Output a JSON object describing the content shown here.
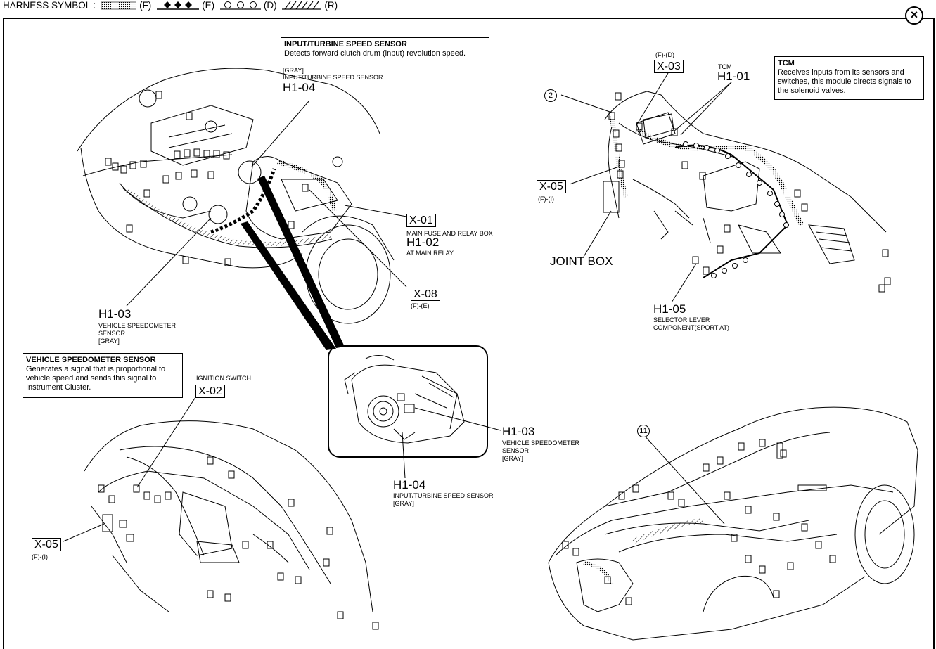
{
  "header": {
    "title": "HARNESS SYMBOL :",
    "symbols": [
      {
        "label": "(F)",
        "style": "dotted"
      },
      {
        "label": "(E)",
        "style": "diamond"
      },
      {
        "label": "(D)",
        "style": "circle"
      },
      {
        "label": "(R)",
        "style": "hatched"
      }
    ]
  },
  "close_icon": "close-icon",
  "boxes": {
    "turbine": {
      "title": "INPUT/TURBINE SPEED SENSOR",
      "text": "Detects forward clutch drum (input) revolution speed."
    },
    "tcm": {
      "title": "TCM",
      "text": "Receives inputs from its sensors and switches, this module directs signals to the solenoid valves."
    },
    "vss": {
      "title": "VEHICLE SPEEDOMETER SENSOR",
      "text": "Generates a signal that is proportional to vehicle speed and sends this signal to Instrument Cluster."
    }
  },
  "labels": {
    "turbine_top": {
      "color": "[GRAY]",
      "name": "INPUT/TURBINE SPEED SENSOR",
      "code": "H1-04"
    },
    "x01": {
      "code": "X-01",
      "desc": "MAIN FUSE AND RELAY BOX"
    },
    "h102": {
      "code": "H1-02",
      "desc": "AT MAIN RELAY"
    },
    "x08": {
      "code": "X-08",
      "sub": "(F)-(E)"
    },
    "h103_top": {
      "code": "H1-03",
      "l1": "VEHICLE SPEEDOMETER",
      "l2": "SENSOR",
      "l3": "[GRAY]"
    },
    "x03": {
      "code": "X-03",
      "sub": "(F)-(D)"
    },
    "h101": {
      "code": "H1-01",
      "sub": "TCM"
    },
    "x05_top": {
      "code": "X-05",
      "sub": "(F)-(I)"
    },
    "joint_box": "JOINT BOX",
    "h105": {
      "code": "H1-05",
      "l1": "SELECTOR LEVER",
      "l2": "COMPONENT(SPORT AT)"
    },
    "x02": {
      "code": "X-02",
      "sub": "IGNITION SWITCH"
    },
    "x05_bottom": {
      "code": "X-05",
      "sub": "(F)-(I)"
    },
    "h103_mid": {
      "code": "H1-03",
      "l1": "VEHICLE SPEEDOMETER",
      "l2": "SENSOR",
      "l3": "[GRAY]"
    },
    "h104_mid": {
      "code": "H1-04",
      "l1": "INPUT/TURBINE SPEED SENSOR",
      "l2": "[GRAY]"
    },
    "circle_2": "2",
    "circle_11": "11"
  }
}
